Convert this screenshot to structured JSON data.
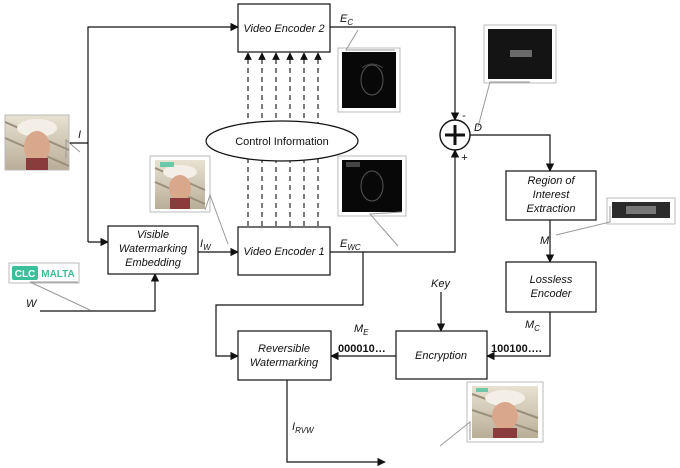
{
  "blocks": {
    "video_encoder_2": "Video Encoder 2",
    "video_encoder_1": "Video Encoder 1",
    "control_information": "Control Information",
    "visible_watermarking": [
      "Visible",
      "Watermarking",
      "Embedding"
    ],
    "roi_extraction": [
      "Region of",
      "Interest",
      "Extraction"
    ],
    "lossless_encoder": [
      "Lossless",
      "Encoder"
    ],
    "encryption": "Encryption",
    "reversible_watermarking": [
      "Reversible",
      "Watermarking"
    ]
  },
  "signals": {
    "I": "I",
    "W": "W",
    "I_W": {
      "base": "I",
      "sub": "W"
    },
    "E_C": {
      "base": "E",
      "sub": "C"
    },
    "E_WC": {
      "base": "E",
      "sub": "WC"
    },
    "D": "D",
    "M": "M",
    "M_C": {
      "base": "M",
      "sub": "C"
    },
    "M_E": {
      "base": "M",
      "sub": "E"
    },
    "I_RVW": {
      "base": "I",
      "sub": "RVW"
    },
    "key": "Key",
    "minus": "-",
    "plus": "+"
  },
  "bitstreams": {
    "encrypted": "000010…",
    "compressed": "100100…."
  },
  "logo": {
    "left": "CLC",
    "right": "MALTA",
    "color": "#3bbf9a"
  },
  "colors": {
    "line": "#111111",
    "callout": "#9a9a9a"
  }
}
